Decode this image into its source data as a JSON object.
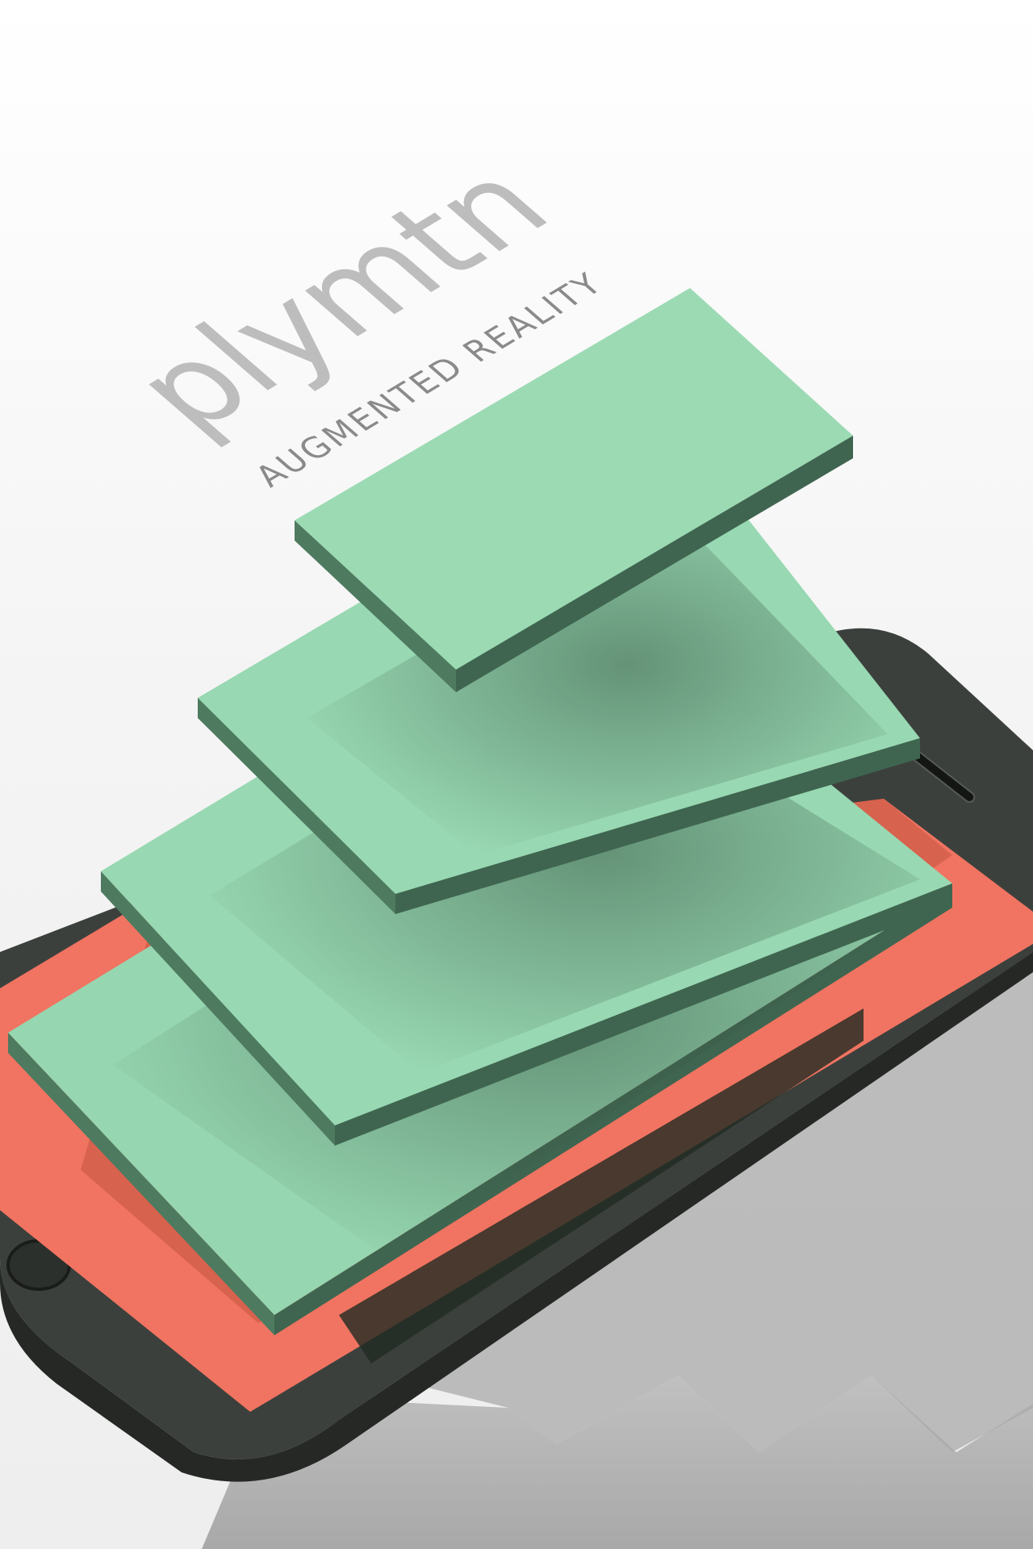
{
  "brand": {
    "wordmark": "plymtn",
    "tagline": "AUGMENTED REALITY"
  },
  "colors": {
    "background": "#f5f5f5",
    "wordmark": "#bdbdbd",
    "tagline": "#8a8a8a",
    "phone_body": "#3c403c",
    "phone_edge": "#2a2e2a",
    "screen_accent": "#f07461",
    "layer_top": "#9ad9b2",
    "layer_side": "#4f7a60",
    "layer_dark": "#3e5e4a",
    "shadow": "#9a9a9a"
  },
  "icons": {
    "home_button": "home-button-icon",
    "speaker": "speaker-slot-icon"
  },
  "illustration": {
    "layer_count": 4,
    "device": "smartphone"
  }
}
